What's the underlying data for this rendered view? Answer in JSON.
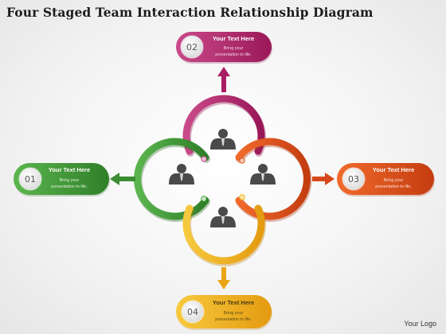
{
  "title": "Four Staged Team Interaction Relationship Diagram",
  "logo_text": "Your Logo",
  "colors": {
    "magenta": "#b8246e",
    "green": "#3f9c37",
    "orange": "#e2531c",
    "yellow": "#f0b41c",
    "person": "#4a4a4a"
  },
  "stages": [
    {
      "number": "02",
      "title": "Your Text Here",
      "body_line1": "Bring your",
      "body_line2": "presentation to life."
    },
    {
      "number": "01",
      "title": "Your Text Here",
      "body_line1": "Bring your",
      "body_line2": "presentation to life."
    },
    {
      "number": "03",
      "title": "Your Text Here",
      "body_line1": "Bring your",
      "body_line2": "presentation to life."
    },
    {
      "number": "04",
      "title": "Your Text Here",
      "body_line1": "Bring your",
      "body_line2": "presentation to life."
    }
  ],
  "icons": [
    "person-icon-top",
    "person-icon-left",
    "person-icon-right",
    "person-icon-bottom"
  ]
}
